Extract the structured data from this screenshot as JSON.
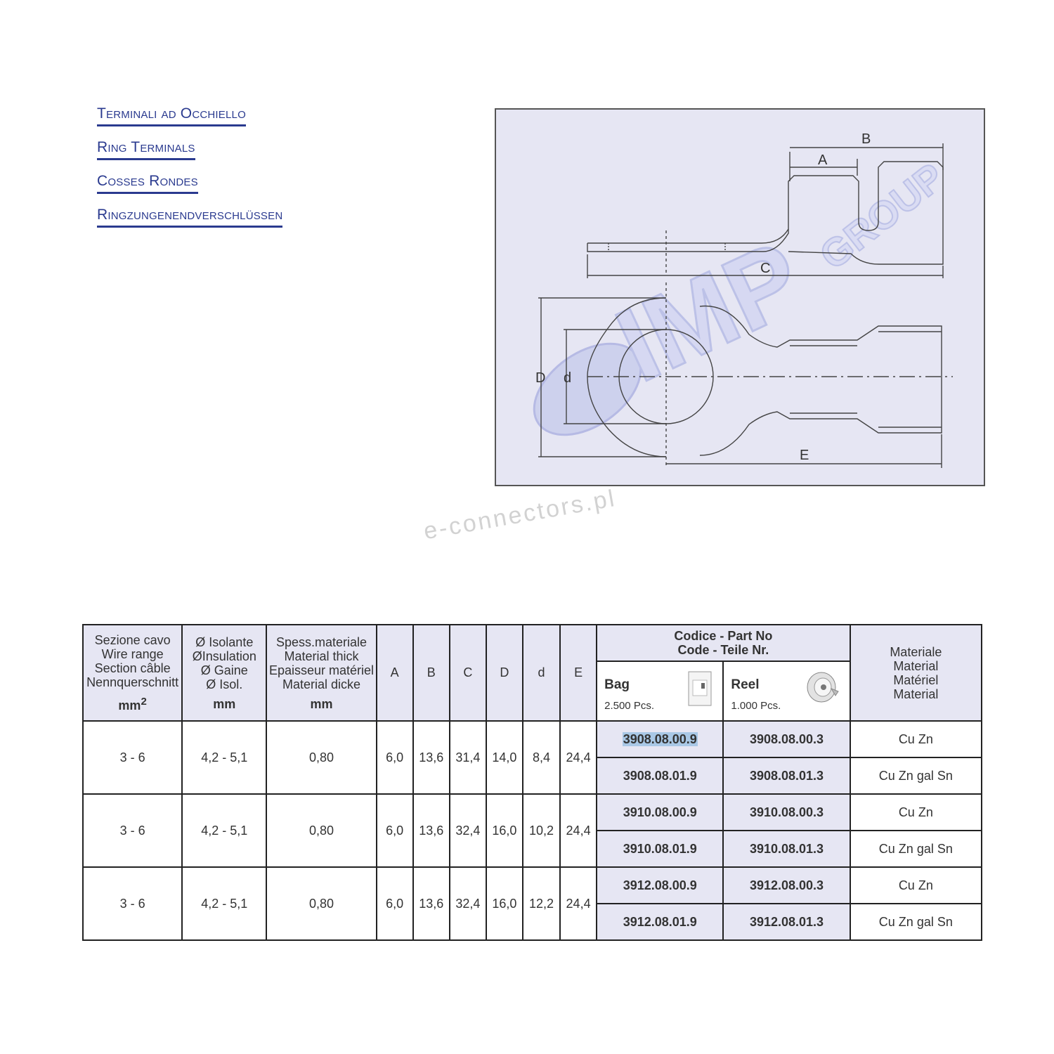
{
  "titles": [
    "Terminali ad Occhiello",
    "Ring Terminals",
    "Cosses Rondes",
    "Ringzungenendverschlüssen"
  ],
  "drawing": {
    "labels": {
      "A": "A",
      "B": "B",
      "C": "C",
      "D": "D",
      "d": "d",
      "E": "E"
    },
    "logo_text": "IMP",
    "logo_group": "GROUP"
  },
  "watermark": "e-connectors.pl",
  "table": {
    "headers": {
      "wire": [
        "Sezione cavo",
        "Wire range",
        "Section câble",
        "Nennquerschnitt"
      ],
      "wire_unit": "mm",
      "wire_unit_sup": "2",
      "insulation": [
        "Ø Isolante",
        "ØInsulation",
        "Ø Gaine",
        "Ø Isol."
      ],
      "insulation_unit": "mm",
      "thickness": [
        "Spess.materiale",
        "Material thick",
        "Epaisseur matériel",
        "Material dicke"
      ],
      "thickness_unit": "mm",
      "dims": [
        "A",
        "B",
        "C",
        "D",
        "d",
        "E"
      ],
      "code_title": [
        "Codice - Part No",
        "Code - Teile Nr."
      ],
      "bag": {
        "name": "Bag",
        "qty": "2.500 Pcs."
      },
      "reel": {
        "name": "Reel",
        "qty": "1.000 Pcs."
      },
      "material": [
        "Materiale",
        "Material",
        "Matériel",
        "Material"
      ]
    },
    "groups": [
      {
        "wire": "3 - 6",
        "insulation": "4,2 - 5,1",
        "thickness": "0,80",
        "dims": [
          "6,0",
          "13,6",
          "31,4",
          "14,0",
          "8,4",
          "24,4"
        ],
        "rows": [
          {
            "bag": "3908.08.00.9",
            "reel": "3908.08.00.3",
            "material": "Cu Zn"
          },
          {
            "bag": "3908.08.01.9",
            "reel": "3908.08.01.3",
            "material": "Cu Zn gal Sn"
          }
        ]
      },
      {
        "wire": "3 - 6",
        "insulation": "4,2 - 5,1",
        "thickness": "0,80",
        "dims": [
          "6,0",
          "13,6",
          "32,4",
          "16,0",
          "10,2",
          "24,4"
        ],
        "rows": [
          {
            "bag": "3910.08.00.9",
            "reel": "3910.08.00.3",
            "material": "Cu Zn"
          },
          {
            "bag": "3910.08.01.9",
            "reel": "3910.08.01.3",
            "material": "Cu Zn gal Sn"
          }
        ]
      },
      {
        "wire": "3 - 6",
        "insulation": "4,2 - 5,1",
        "thickness": "0,80",
        "dims": [
          "6,0",
          "13,6",
          "32,4",
          "16,0",
          "12,2",
          "24,4"
        ],
        "rows": [
          {
            "bag": "3912.08.00.9",
            "reel": "3912.08.00.3",
            "material": "Cu Zn"
          },
          {
            "bag": "3912.08.01.9",
            "reel": "3912.08.01.3",
            "material": "Cu Zn gal Sn"
          }
        ]
      }
    ]
  }
}
